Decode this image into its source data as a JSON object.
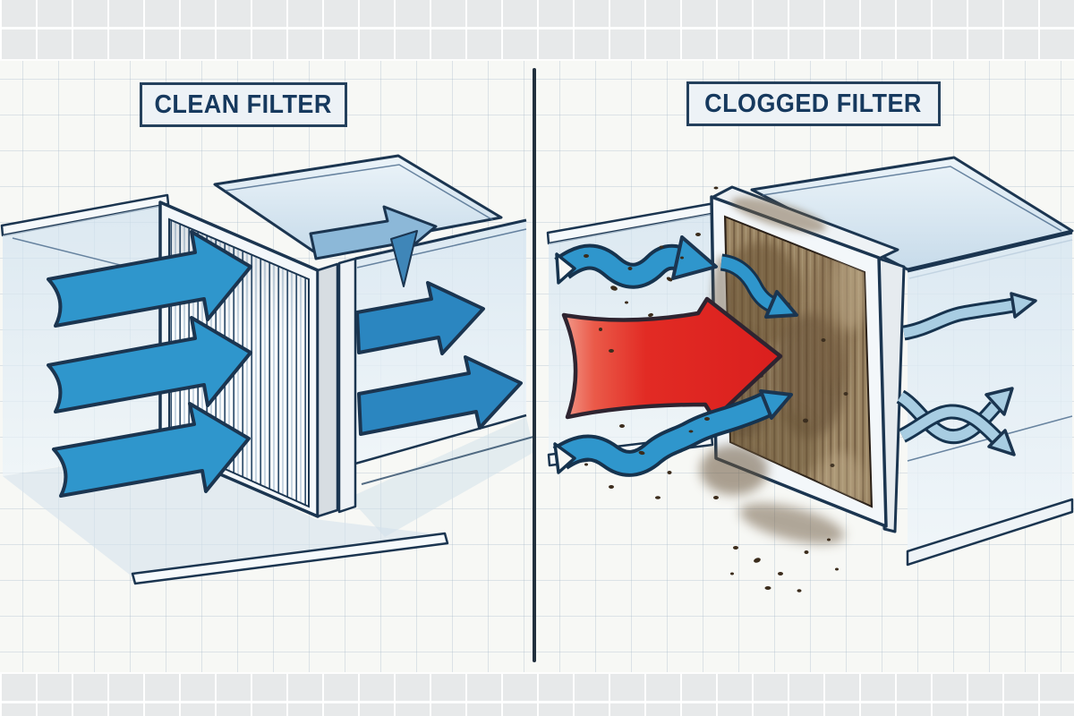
{
  "panels": {
    "clean": {
      "title": "CLEAN FILTER"
    },
    "clogged": {
      "title": "CLOGGED FILTER"
    }
  },
  "arrows": {
    "clean_inflow": {
      "count": 3,
      "color": "#2f96cc"
    },
    "clean_outflow": {
      "count": 2,
      "color": "#2b86c0"
    },
    "clean_duct_top_flow": {
      "count": 1,
      "color": "#8cb8d8"
    },
    "clogged_inflow_wavy": {
      "count": 2,
      "color": "#2f9bd4"
    },
    "clogged_deflected": {
      "count": 1,
      "color": "#2f9bd4"
    },
    "blocked_flow": {
      "count": 1,
      "color": "#df2420"
    },
    "clogged_outflow_weak": {
      "count": 3,
      "color": "#a8cde2"
    }
  },
  "colors": {
    "paper": "#f7f8f5",
    "grid_line": "#b9c9d4",
    "tile_band": "#e7e9ea",
    "divider": "#22303e",
    "outline_navy": "#1b3550",
    "title_text": "#16395e",
    "title_border": "#24405c",
    "title_background": "#edf2f6",
    "airflow_strong": "#2f96cc",
    "airflow_exit": "#2b86c0",
    "airflow_weak": "#a8cde2",
    "airflow_over_duct": "#8cb8d8",
    "blocked_red": "#e22b24",
    "blocked_red_light": "#f2998a",
    "duct_face": "#d9e8f3",
    "filter_frame": "#f3f7fa",
    "pleat_line": "#2e4d6b",
    "pleat_shade": "#c2d2df",
    "dirt_base": "#9a8463",
    "dirt_dark": "#5e4833",
    "dirt_speck": "#3b2c1c"
  }
}
